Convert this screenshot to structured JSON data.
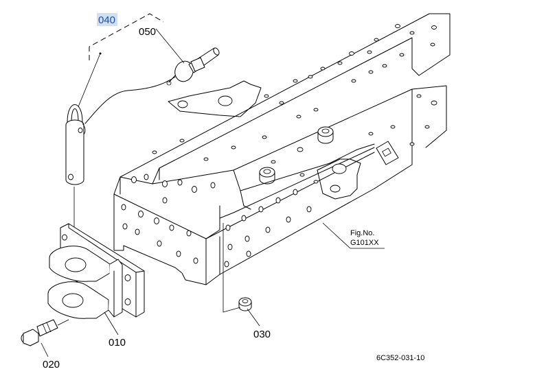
{
  "callouts": {
    "c040": "040",
    "c050": "050",
    "c010": "010",
    "c020": "020",
    "c030": "030"
  },
  "fig_reference": {
    "line1": "Fig.No.",
    "line2": "G101XX"
  },
  "drawing_number": "6C352-031-10",
  "colors": {
    "selection_highlight": "#cfe0f5",
    "selection_text": "#1f4fa8",
    "line": "#000000"
  }
}
